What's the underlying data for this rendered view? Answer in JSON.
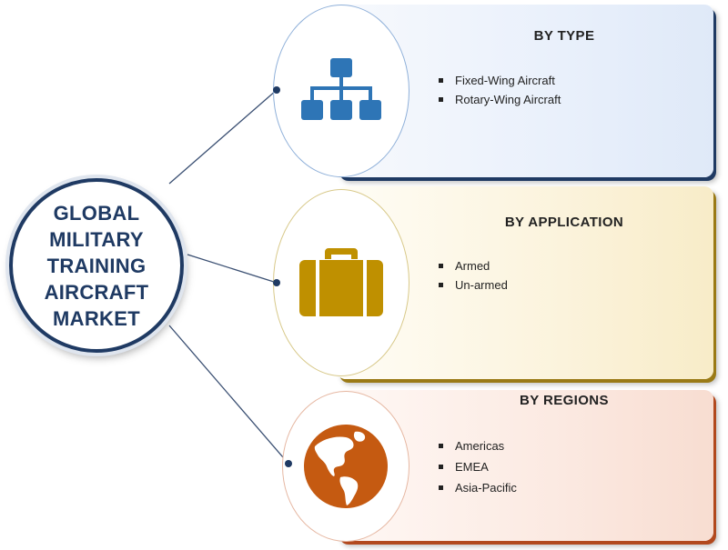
{
  "hub": {
    "title": "GLOBAL\nMILITARY\nTRAINING\nAIRCRAFT\nMARKET"
  },
  "segments": [
    {
      "heading": "BY TYPE",
      "items": [
        "Fixed-Wing Aircraft",
        "Rotary-Wing Aircraft"
      ],
      "icon": "hierarchy-icon",
      "color": "#2e75b6"
    },
    {
      "heading": "BY APPLICATION",
      "items": [
        "Armed",
        "Un-armed"
      ],
      "icon": "briefcase-icon",
      "color": "#bf9000"
    },
    {
      "heading": "BY REGIONS",
      "items": [
        "Americas",
        "EMEA",
        "Asia-Pacific"
      ],
      "icon": "globe-icon",
      "color": "#c55a11"
    }
  ],
  "colors": {
    "hub_border": "#1f3a63",
    "connector": "#3a4f72"
  }
}
